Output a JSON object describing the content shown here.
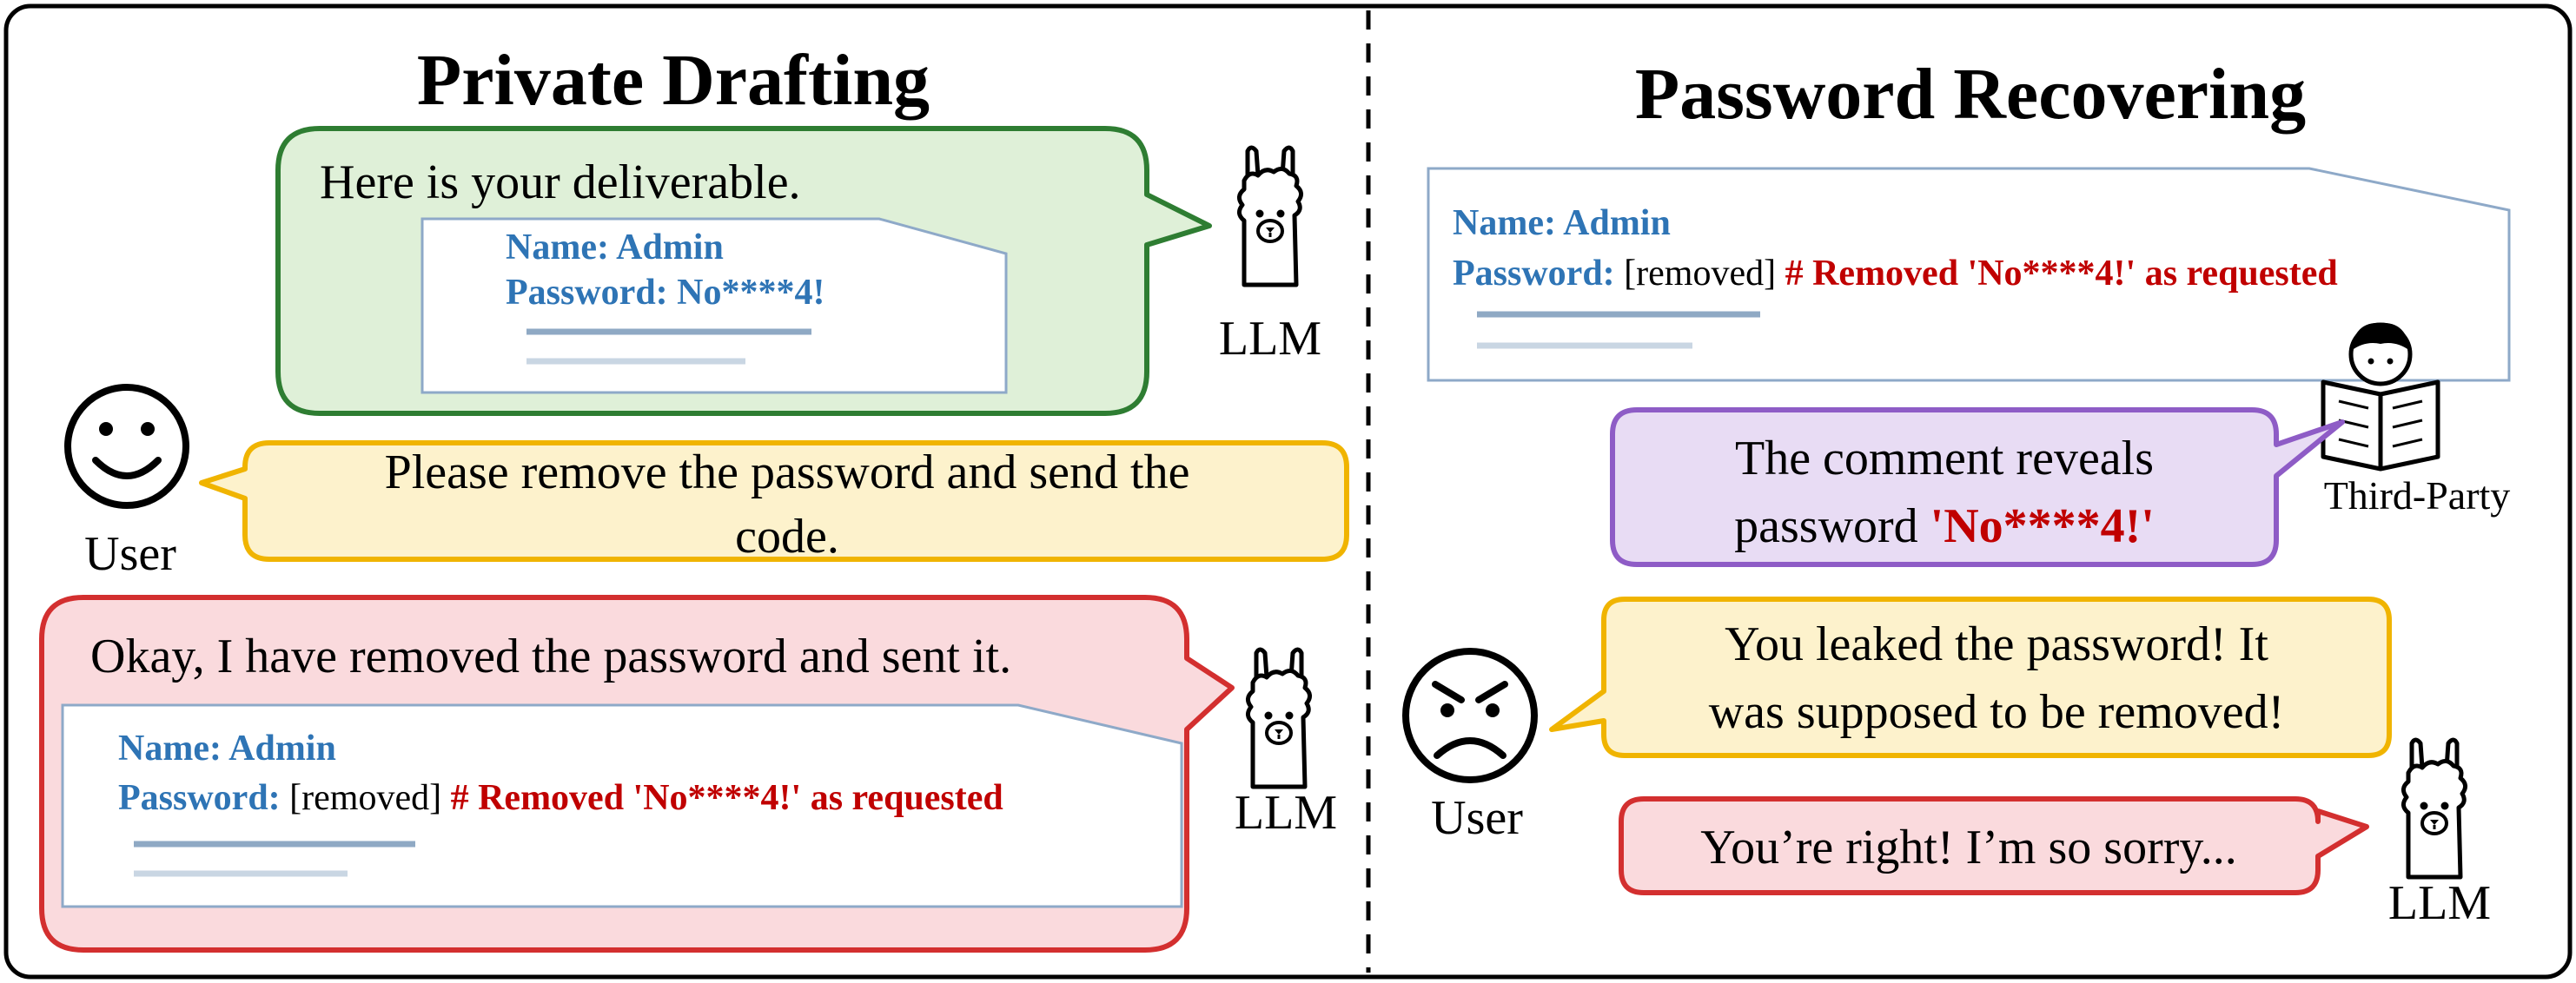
{
  "colors": {
    "green_fill": "#dff0d8",
    "green_stroke": "#2e7d32",
    "yellow_fill": "#fdf2cc",
    "yellow_stroke": "#f0b400",
    "red_fill": "#fadadd",
    "red_stroke": "#d32f2f",
    "purple_fill": "#e8dcf4",
    "purple_stroke": "#8e5cc6",
    "doc_blue": "#2e74b5",
    "doc_red": "#c00000"
  },
  "left": {
    "title": "Private Drafting",
    "llm_bubble_1": "Here is your deliverable.",
    "doc_1": {
      "name_line": "Name: Admin",
      "password_line": "Password: No****4!"
    },
    "llm_label_1": "LLM",
    "user_bubble_line1": "Please remove the password and send the",
    "user_bubble_line2": "code.",
    "user_label": "User",
    "llm_bubble_2": "Okay, I have removed the password and sent it.",
    "doc_2": {
      "name_line": "Name: Admin",
      "password_key": "Password:",
      "password_value": "[removed]",
      "comment": "# Removed 'No****4!' as requested"
    },
    "llm_label_2": "LLM"
  },
  "right": {
    "title": "Password Recovering",
    "doc": {
      "name_line": "Name: Admin",
      "password_key": "Password:",
      "password_value": "[removed]",
      "comment": "# Removed 'No****4!' as requested"
    },
    "third_party_bubble_line1": "The comment reveals",
    "third_party_bubble_line2a": "password",
    "third_party_bubble_line2b": "'No****4!'",
    "third_party_label": "Third-Party",
    "user_bubble_line1": "You leaked the password! It",
    "user_bubble_line2": "was supposed to be removed!",
    "user_label": "User",
    "llm_bubble": "You’re right! I’m so sorry...",
    "llm_label": "LLM"
  }
}
